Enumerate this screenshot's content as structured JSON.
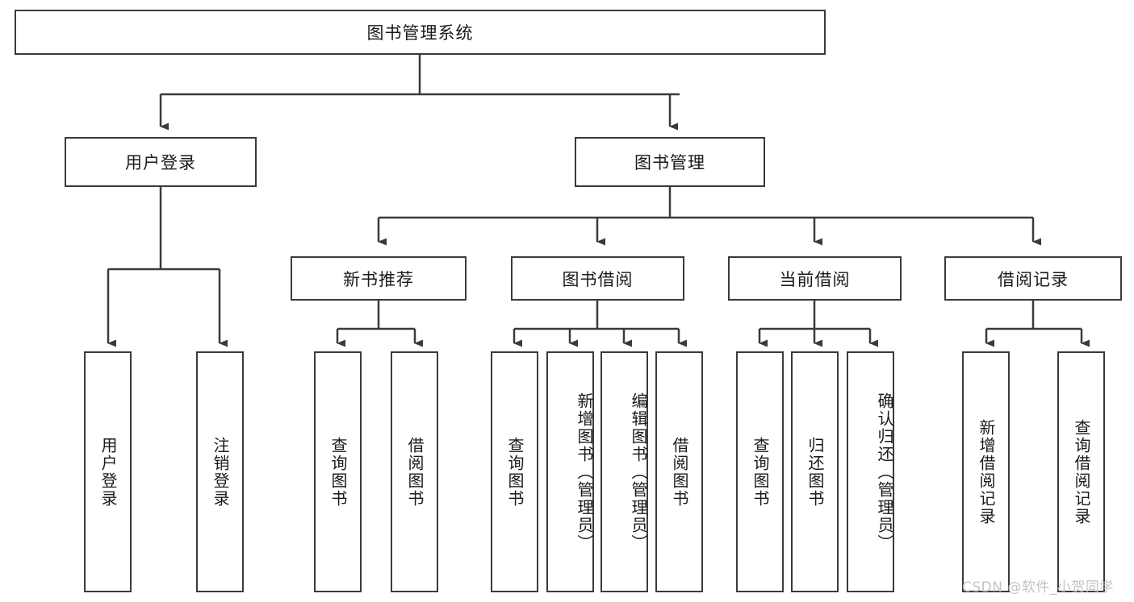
{
  "diagram": {
    "type": "tree-hierarchy",
    "title": "图书管理系统",
    "orientation": "top-down",
    "colors": {
      "box_border": "#3a3a3a",
      "box_fill": "#ffffff",
      "link": "#3a3a3a",
      "text": "#1a1a1a",
      "watermark": "#c3c3c3",
      "background": "#ffffff"
    },
    "root": {
      "id": "root",
      "label": "图书管理系统"
    },
    "level2": [
      {
        "id": "user-login",
        "label": "用户登录"
      },
      {
        "id": "book-manage",
        "label": "图书管理"
      }
    ],
    "level3": [
      {
        "id": "new-book-recommend",
        "label": "新书推荐",
        "parent": "book-manage"
      },
      {
        "id": "book-borrow",
        "label": "图书借阅",
        "parent": "book-manage"
      },
      {
        "id": "current-borrow",
        "label": "当前借阅",
        "parent": "book-manage"
      },
      {
        "id": "borrow-record",
        "label": "借阅记录",
        "parent": "book-manage"
      }
    ],
    "leaves": [
      {
        "id": "leaf-user-login",
        "label": "用户登录",
        "parent": "user-login"
      },
      {
        "id": "leaf-logout-login",
        "label": "注销登录",
        "parent": "user-login"
      },
      {
        "id": "leaf-query-book-1",
        "label": "查询图书",
        "parent": "new-book-recommend"
      },
      {
        "id": "leaf-borrow-book-1",
        "label": "借阅图书",
        "parent": "new-book-recommend"
      },
      {
        "id": "leaf-query-book-2",
        "label": "查询图书",
        "parent": "book-borrow"
      },
      {
        "id": "leaf-add-book",
        "label": "新增图书（管理员）",
        "parent": "book-borrow"
      },
      {
        "id": "leaf-edit-book",
        "label": "编辑图书（管理员）",
        "parent": "book-borrow"
      },
      {
        "id": "leaf-borrow-book-2",
        "label": "借阅图书",
        "parent": "book-borrow"
      },
      {
        "id": "leaf-query-book-3",
        "label": "查询图书",
        "parent": "current-borrow"
      },
      {
        "id": "leaf-return-book",
        "label": "归还图书",
        "parent": "current-borrow"
      },
      {
        "id": "leaf-confirm-return",
        "label": "确认归还（管理员）",
        "parent": "current-borrow"
      },
      {
        "id": "leaf-add-record",
        "label": "新增借阅记录",
        "parent": "borrow-record"
      },
      {
        "id": "leaf-query-record",
        "label": "查询借阅记录",
        "parent": "borrow-record"
      }
    ]
  },
  "watermark": {
    "text": "CSDN @软件_小贺同学"
  }
}
